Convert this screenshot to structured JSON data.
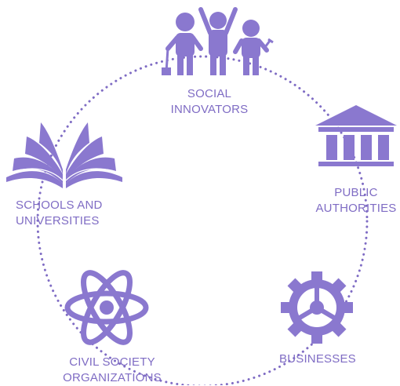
{
  "nodes": {
    "social_innovators": {
      "lines": [
        "SOCIAL",
        "INNOVATORS"
      ],
      "icon": "people-icon"
    },
    "public_authorities": {
      "lines": [
        "PUBLIC",
        "AUTHORITIES"
      ],
      "icon": "government-building-icon"
    },
    "businesses": {
      "lines": [
        "BUSINESSES"
      ],
      "icon": "gear-icon"
    },
    "civil_society": {
      "lines": [
        "CIVIL SOCIETY",
        "ORGANIZATIONS"
      ],
      "icon": "atom-icon"
    },
    "schools": {
      "lines": [
        "SCHOOLS AND",
        "UNIVERSITIES"
      ],
      "icon": "open-book-icon"
    }
  },
  "colors": {
    "accent": "#7f6cc4",
    "icon": "#8a78cf"
  }
}
